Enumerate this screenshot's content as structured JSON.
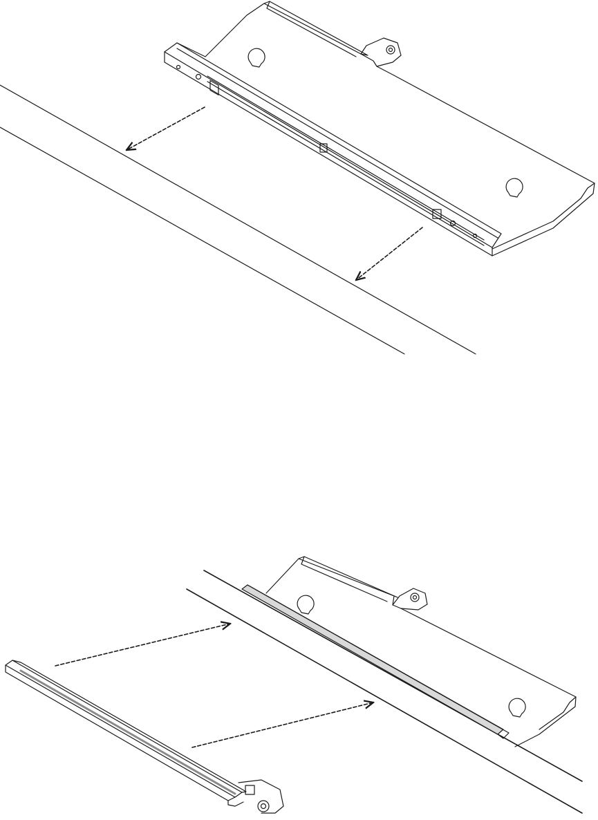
{
  "figure": {
    "panels": [
      {
        "id": "top",
        "step": "attach-bracket-to-wall"
      },
      {
        "id": "bottom",
        "step": "slide-rail-onto-bracket"
      }
    ],
    "colors": {
      "background": "#ffffff",
      "line": "#1a1a1a",
      "arrow": "#1a1a1a",
      "shade": "#d9d9d9"
    },
    "icons": [
      "dashed-arrow",
      "keyhole-slot",
      "screw-tab",
      "square-hole"
    ]
  }
}
